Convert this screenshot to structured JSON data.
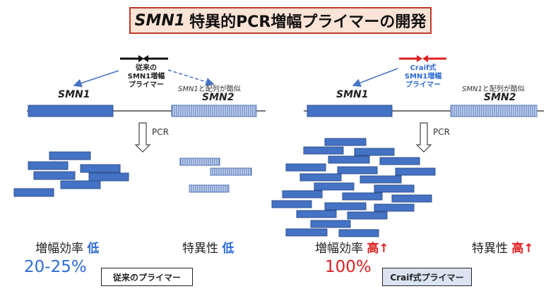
{
  "title": {
    "gene": "SMN1",
    "rest": "特異的PCR増幅プライマーの開発"
  },
  "left": {
    "primer_label": [
      "従来の",
      "SMN1増幅",
      "プライマー"
    ],
    "gene1": "SMN1",
    "gene2": "SMN2",
    "similar_note_gene": "SMN1",
    "similar_note_rest": "と配列が酷似",
    "pcr": "PCR",
    "efficiency_label": "増幅効率",
    "efficiency_value": "低",
    "specificity_label": "特異性",
    "specificity_value": "低",
    "percent": "20-25%",
    "box_label": "従来のプライマー"
  },
  "right": {
    "primer_label": [
      "Craif式",
      "SMN1増幅",
      "プライマー"
    ],
    "gene1": "SMN1",
    "gene2": "SMN2",
    "similar_note_gene": "SMN1",
    "similar_note_rest": "と配列が酷似",
    "pcr": "PCR",
    "efficiency_label": "増幅効率",
    "efficiency_value": "高↑",
    "specificity_label": "特異性",
    "specificity_value": "高↑",
    "percent": "100%",
    "box_label": "Craif式プライマー"
  },
  "colors": {
    "accent_blue": "#4472c4",
    "high_red": "#e02020",
    "low_blue": "#2e6bd4",
    "title_border": "#c0392b",
    "title_bg": "#fbe3d6",
    "box_bg": "#dbe3f1"
  }
}
